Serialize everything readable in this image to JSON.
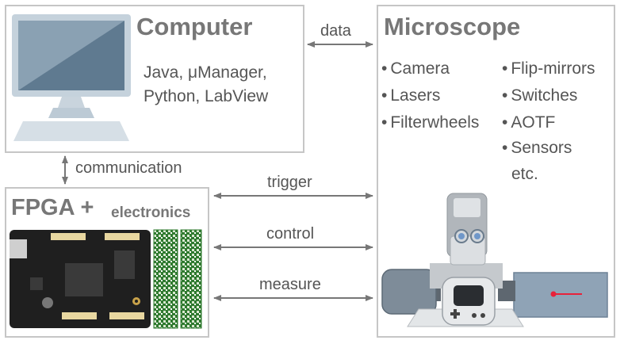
{
  "computer": {
    "title": "Computer",
    "software_line1": "Java, μManager,",
    "software_line2": "Python, LabView"
  },
  "microscope": {
    "title": "Microscope",
    "items_left": [
      "Camera",
      "Lasers",
      "Filterwheels"
    ],
    "items_right": [
      "Flip-mirrors",
      "Switches",
      "AOTF",
      "Sensors"
    ],
    "etc": "etc."
  },
  "fpga": {
    "title": "FPGA +",
    "subtitle": "electronics"
  },
  "links": {
    "data": "data",
    "communication": "communication",
    "trigger": "trigger",
    "control": "control",
    "measure": "measure"
  },
  "colors": {
    "border": "#c6c6c6",
    "title": "#777777",
    "text": "#555555",
    "arrow": "#777777",
    "monitor_screen": "#5f7a90",
    "pcb": "#1f1f1f",
    "laser": "#e8213a"
  }
}
